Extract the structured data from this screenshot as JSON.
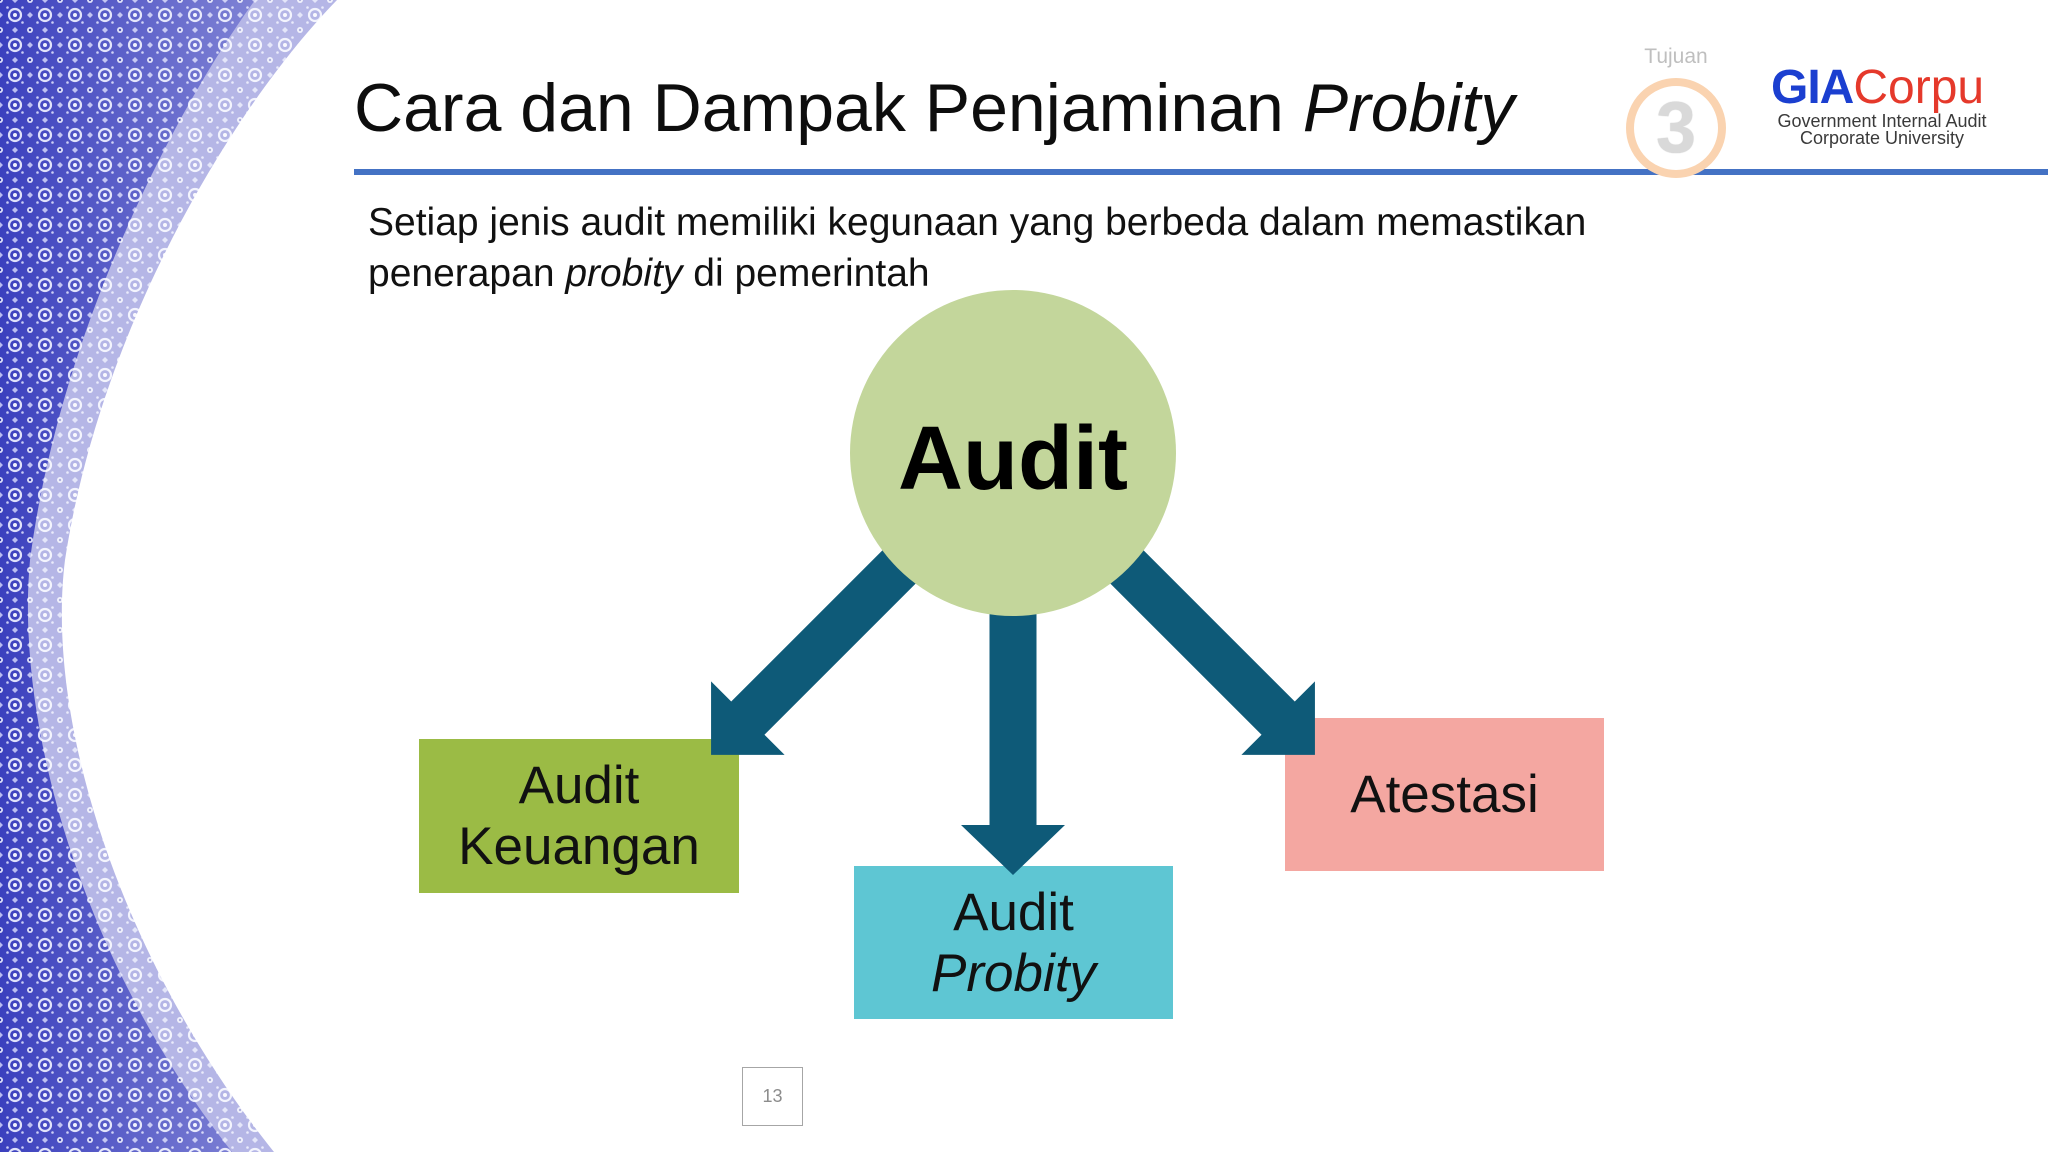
{
  "slide": {
    "title": {
      "text": "Cara dan Dampak Penjaminan",
      "italic": "Probity"
    },
    "intro": {
      "line1": "Setiap jenis audit memiliki kegunaan yang berbeda dalam memastikan",
      "line2_before": "penerapan",
      "line2_italic": "probity",
      "line2_after": "di pemerintah"
    },
    "objective_badge": {
      "label": "Tujuan",
      "number": "3"
    },
    "logo": {
      "brand_primary": "GIA",
      "brand_secondary": "Corpu",
      "tagline_line1": "Government Internal Audit",
      "tagline_line2": "Corporate University"
    },
    "page_number": "13"
  },
  "diagram": {
    "center_node": "Audit",
    "children": [
      {
        "line1": "Audit",
        "line2": "Keuangan"
      },
      {
        "line1": "Audit",
        "line2_italic": "Probity"
      },
      {
        "line1": "Atestasi"
      }
    ]
  },
  "colors": {
    "title_rule": "#4472c4",
    "center_node": "#c3d69b",
    "arrow": "#0e5a78",
    "box_keuangan": "#9bbb45",
    "box_probity": "#5ec6d3",
    "box_atestasi": "#f4a7a1",
    "badge_ring": "#fad3b0",
    "logo_primary": "#1b3fd0",
    "logo_secondary": "#e5392b",
    "decor_pattern": "#3b40be"
  }
}
